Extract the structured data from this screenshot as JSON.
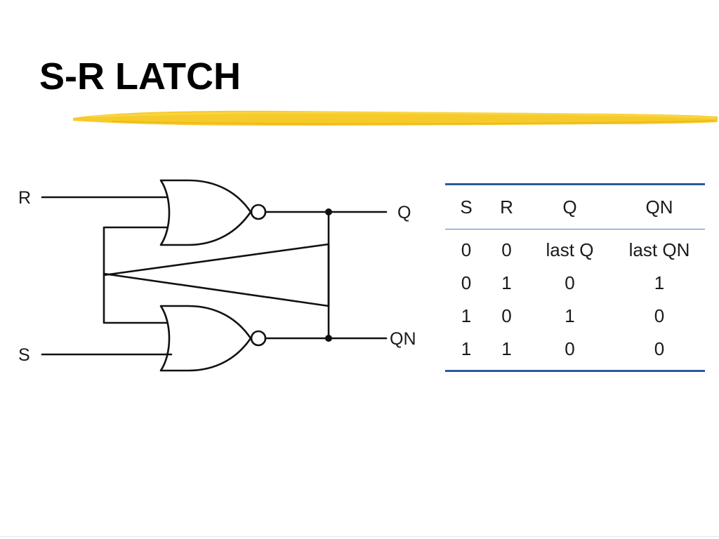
{
  "slide": {
    "title": "S-R LATCH"
  },
  "accent": {
    "highlight_color": "#f5c518",
    "table_rule_color": "#2a5b9c"
  },
  "circuit": {
    "labels": {
      "r": "R",
      "s": "S",
      "q": "Q",
      "qn": "QN"
    }
  },
  "truth_table": {
    "headers": [
      "S",
      "R",
      "Q",
      "QN"
    ],
    "rows": [
      [
        "0",
        "0",
        "last Q",
        "last QN"
      ],
      [
        "0",
        "1",
        "0",
        "1"
      ],
      [
        "1",
        "0",
        "1",
        "0"
      ],
      [
        "1",
        "1",
        "0",
        "0"
      ]
    ]
  }
}
